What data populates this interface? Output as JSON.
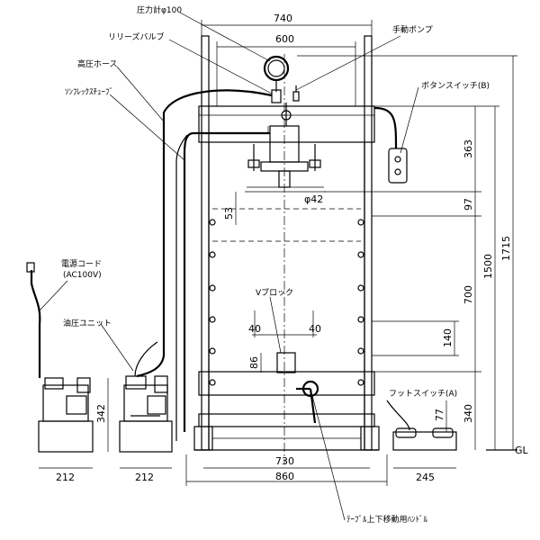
{
  "labels": {
    "pressure_gauge": "圧力計φ100",
    "release_valve": "リリーズバルブ",
    "high_pressure_hose": "高圧ホース",
    "conflex_tube": "ｿﾝﾌﾚｯｸｽﾁｭｰﾌﾞ",
    "hand_pump": "手動ポンプ",
    "button_switch": "ボタンスイッチ(B)",
    "power_cord": "電源コード",
    "power_cord_spec": "(AC100V)",
    "hydraulic_unit": "油圧ユニット",
    "v_block": "Vブロック",
    "foot_switch": "フットスイッチ(A)",
    "table_handle": "ﾃｰﾌﾞﾙ上下移動用ﾊﾝﾄﾞﾙ",
    "ground_line": "GL"
  },
  "dimensions": {
    "width_740": "740",
    "width_600": "600",
    "dia_42": "φ42",
    "height_363": "363",
    "height_97": "97",
    "height_53": "53",
    "height_1715": "1715",
    "height_1500": "1500",
    "height_700": "700",
    "height_140": "140",
    "v_40_left": "40",
    "v_40_right": "40",
    "height_86": "86",
    "height_77": "77",
    "height_340": "340",
    "height_342": "342",
    "width_730": "730",
    "width_860": "860",
    "width_212_a": "212",
    "width_212_b": "212",
    "width_245": "245"
  }
}
